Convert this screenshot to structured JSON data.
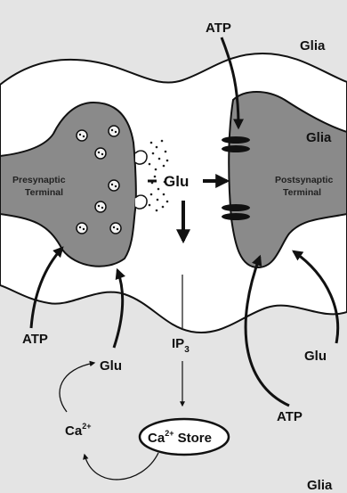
{
  "labels": {
    "glia_top": "Glia",
    "glia_right": "Glia",
    "glia_bottom": "Glia",
    "presynaptic_line1": "Presynaptic",
    "presynaptic_line2": "Terminal",
    "postsynaptic_line1": "Postsynaptic",
    "postsynaptic_line2": "Terminal",
    "glu_center": "Glu",
    "glu_left": "Glu",
    "glu_right": "Glu",
    "atp_top": "ATP",
    "atp_left": "ATP",
    "atp_bottom": "ATP",
    "ip3_base": "IP",
    "ip3_sub": "3",
    "ca_base": "Ca",
    "ca_sup": "2+",
    "store_base": "Ca",
    "store_sup": "2+",
    "store_word": " Store"
  },
  "colors": {
    "glia_fill": "#e4e4e4",
    "terminal_fill": "#8a8a8a",
    "outline": "#111111"
  }
}
